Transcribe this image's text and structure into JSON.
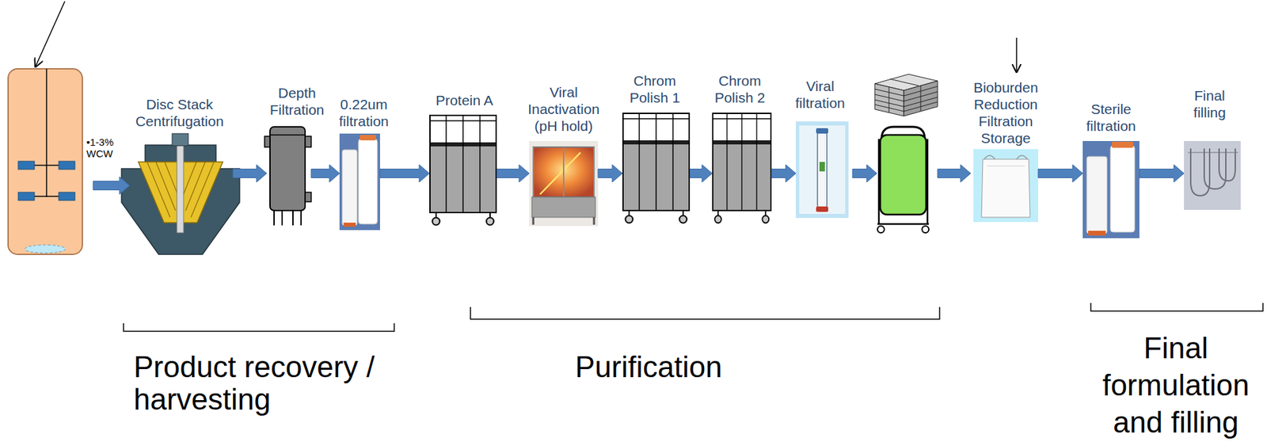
{
  "diagram": {
    "nodes": [
      {
        "text": [
          "Disc Stack Centrifugation"
        ]
      },
      {
        "text": [
          "Depth Filtration"
        ]
      },
      {
        "text": [
          "0.22um filtration"
        ]
      },
      {
        "text": [
          "Protein A"
        ]
      },
      {
        "text": [
          "Viral Inactivation (pH hold)"
        ]
      },
      {
        "text": [
          "Chrom Polish 1"
        ]
      },
      {
        "text": [
          "Chrom Polish 2"
        ]
      },
      {
        "text": [
          "Viral filtration"
        ]
      },
      {
        "text": [
          "Bioburden Reduction Filtration Storage"
        ]
      },
      {
        "text": [
          "Sterile filtration"
        ]
      },
      {
        "text": [
          "Final filling"
        ]
      }
    ],
    "edges": [
      {
        "from": 0,
        "to": 1,
        "arrow": "to"
      },
      {
        "from": 1,
        "to": 2,
        "arrow": "to"
      },
      {
        "from": 2,
        "to": 3,
        "arrow": "to"
      },
      {
        "from": 3,
        "to": 4,
        "arrow": "to"
      },
      {
        "from": 4,
        "to": 5,
        "arrow": "to"
      },
      {
        "from": 5,
        "to": 6,
        "arrow": "to"
      },
      {
        "from": 6,
        "to": 7,
        "arrow": "to"
      },
      {
        "from": 8,
        "to": 9,
        "arrow": "to"
      },
      {
        "from": 9,
        "to": 10,
        "arrow": "to"
      }
    ],
    "labels": [
      "•1-3% WCW",
      "Product recovery / harvesting",
      "Purification",
      "Final formulation and filling"
    ]
  }
}
